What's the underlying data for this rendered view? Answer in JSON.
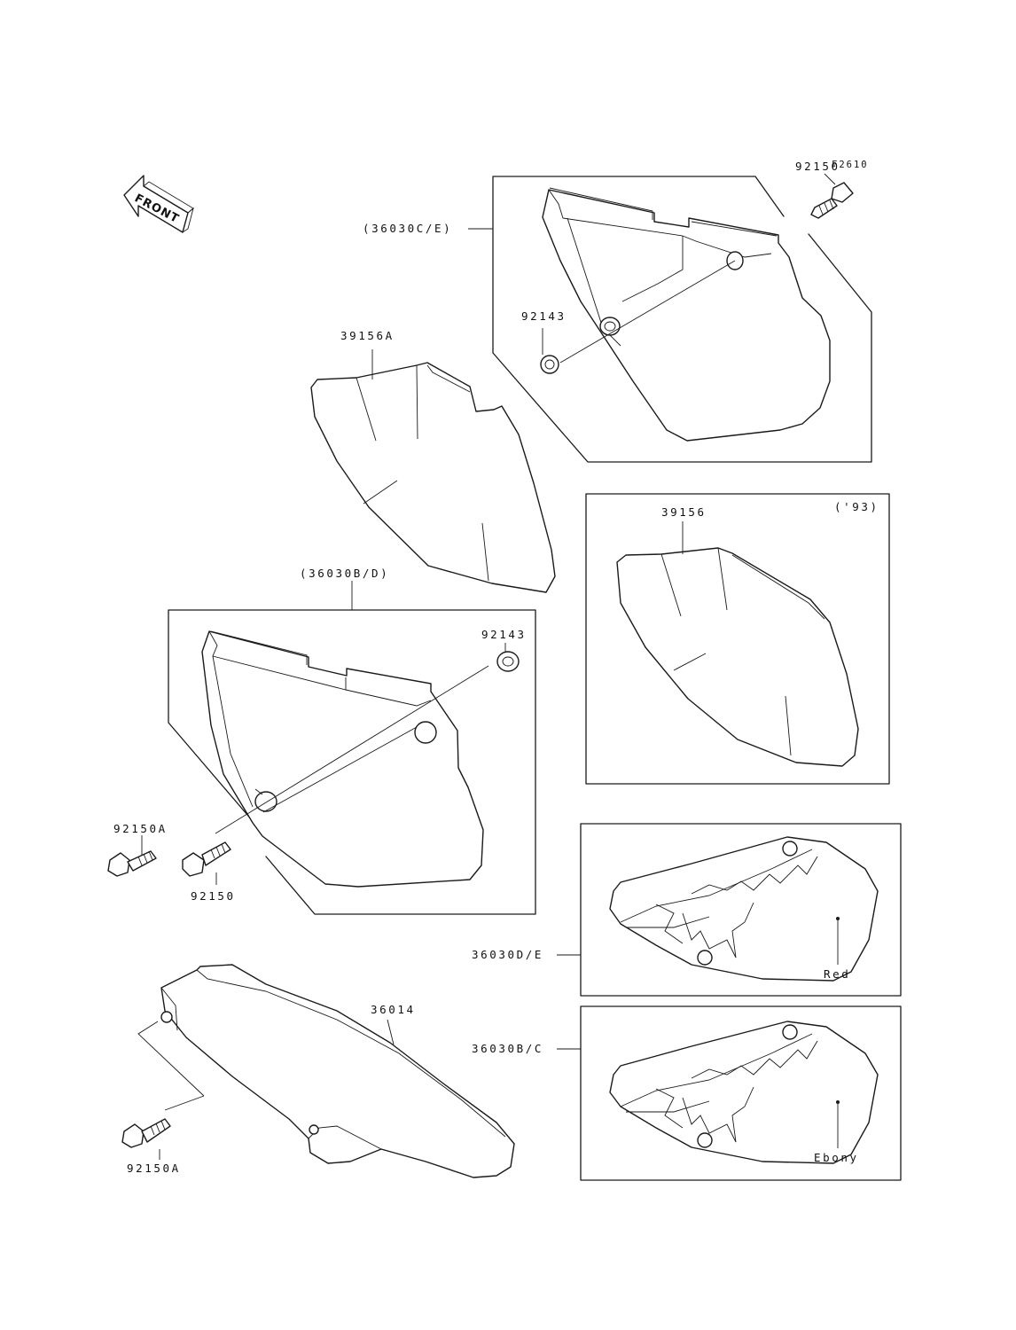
{
  "diagram_ref": "F2610",
  "front_label": "FRONT",
  "parts": {
    "upper_right_assembly_ref": "(36030C/E)",
    "upper_bolt": "92150",
    "upper_collar": "92143",
    "left_decal": "39156A",
    "lower_left_assembly_ref": "(36030B/D)",
    "lower_collar": "92143",
    "lower_bolt_a": "92150A",
    "lower_bolt": "92150",
    "right_decal": "39156",
    "right_decal_year": "('93)",
    "side_cover_red_ref": "36030D/E",
    "side_cover_red_color": "Red",
    "side_cover_ebony_ref": "36030B/C",
    "side_cover_ebony_color": "Ebony",
    "chain_guard": "36014",
    "chain_guard_bolt": "92150A"
  }
}
